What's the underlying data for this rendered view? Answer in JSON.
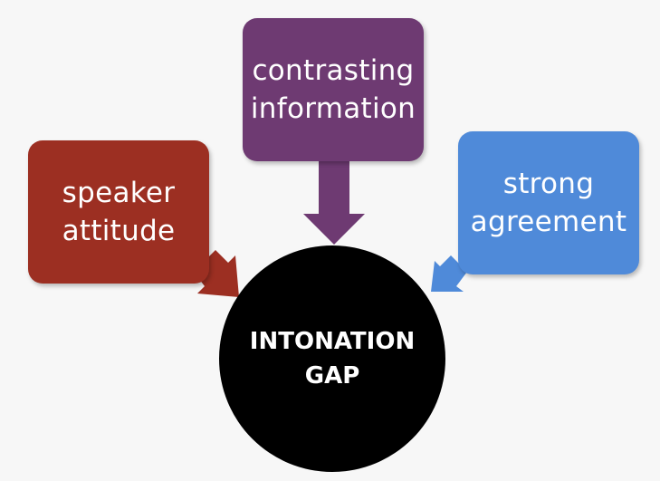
{
  "diagram": {
    "center": {
      "line1": "INTONATION",
      "line2": "GAP",
      "fill": "#000000",
      "text_color": "#ffffff"
    },
    "boxes": {
      "left": {
        "line1": "speaker",
        "line2": "attitude",
        "fill": "#9c2f22",
        "text_color": "#ffffff"
      },
      "top": {
        "line1": "contrasting",
        "line2": "information",
        "fill": "#6e3a72",
        "text_color": "#ffffff"
      },
      "right": {
        "line1": "strong",
        "line2": "agreement",
        "fill": "#4f8ad9",
        "text_color": "#ffffff"
      }
    },
    "arrows": [
      {
        "from": "left",
        "to": "center",
        "color": "#9c2f22"
      },
      {
        "from": "top",
        "to": "center",
        "color": "#6e3a72"
      },
      {
        "from": "right",
        "to": "center",
        "color": "#4f8ad9"
      }
    ]
  }
}
